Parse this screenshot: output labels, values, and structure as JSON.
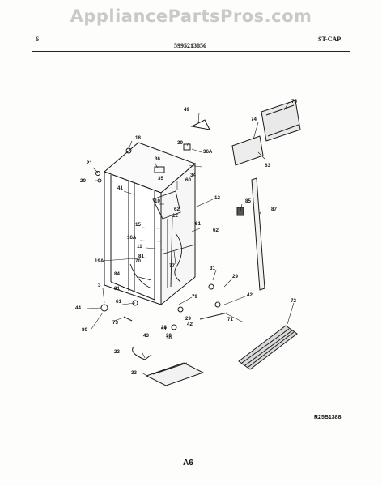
{
  "watermark": "AppliancePartsPros.com",
  "header": {
    "page_left": "6",
    "model": "5995213856",
    "section": "ST-CAP"
  },
  "footer": {
    "code": "R25B1388",
    "page": "A6"
  },
  "callouts": [
    "49",
    "75",
    "74",
    "18",
    "39",
    "36A",
    "63",
    "21",
    "36",
    "34",
    "20",
    "41",
    "60",
    "35",
    "10",
    "12",
    "85",
    "87",
    "62",
    "12",
    "15",
    "61",
    "62",
    "16A",
    "11",
    "77",
    "19A",
    "81",
    "31",
    "70",
    "29",
    "84",
    "81",
    "42",
    "3",
    "61",
    "79",
    "44",
    "29",
    "73",
    "28",
    "30",
    "42",
    "80",
    "43",
    "31",
    "30",
    "71",
    "72",
    "23",
    "33"
  ]
}
